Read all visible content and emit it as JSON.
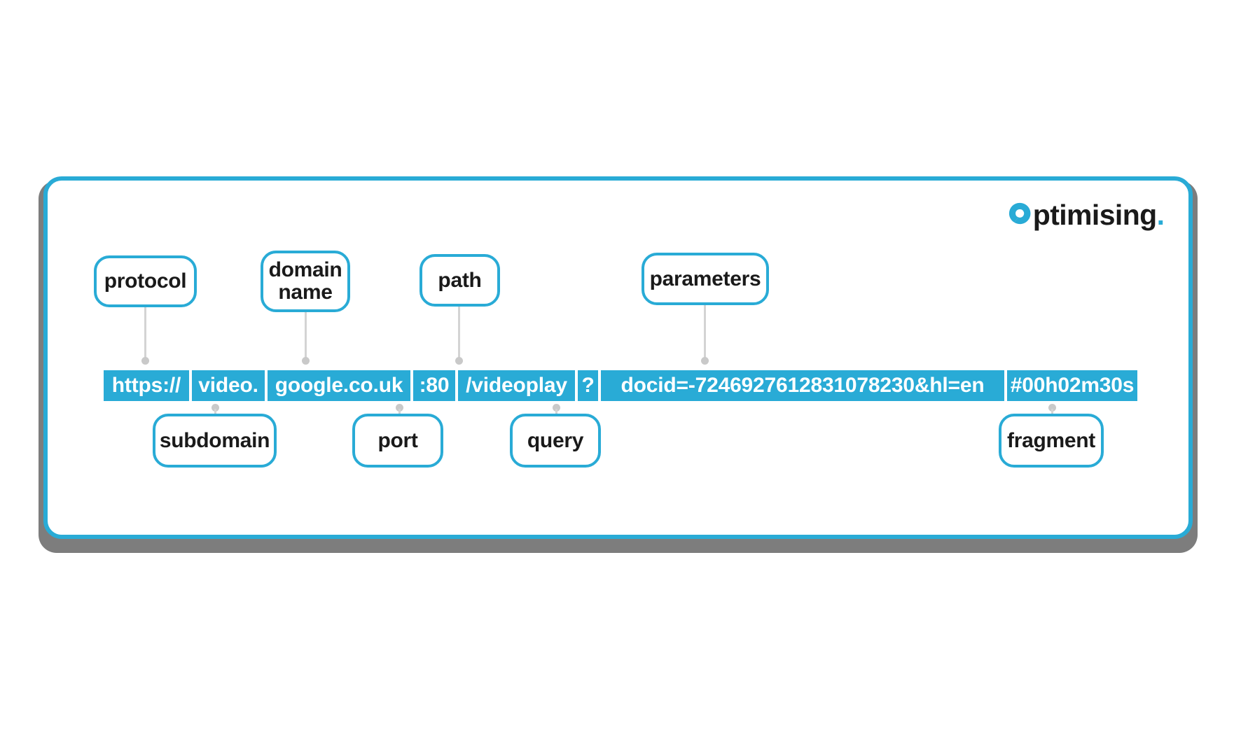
{
  "card": {
    "border_color": "#29abd6",
    "shadow_color": "#7d7d7d",
    "background": "#ffffff"
  },
  "logo": {
    "mark_name": "optimising-o-icon",
    "word": "ptimising",
    "dot": ".",
    "mark_color": "#29abd6",
    "word_color": "#1a1a1a",
    "dot_color": "#29abd6"
  },
  "url": {
    "full": "https://video.google.co.uk:80/videoplay?docid=-7246927612831078230&hl=en#00h02m30s",
    "segment_color": "#29abd6",
    "segment_text_color": "#ffffff",
    "segments": [
      {
        "key": "protocol",
        "text": "https://"
      },
      {
        "key": "subdomain",
        "text": "video."
      },
      {
        "key": "domain",
        "text": "google.co.uk"
      },
      {
        "key": "port",
        "text": ":80"
      },
      {
        "key": "path",
        "text": "/videoplay"
      },
      {
        "key": "query",
        "text": "?"
      },
      {
        "key": "parameters",
        "text": "docid=-7246927612831078230&hl=en"
      },
      {
        "key": "fragment",
        "text": "#00h02m30s"
      }
    ]
  },
  "labels": {
    "top": [
      {
        "key": "protocol",
        "line1": "protocol",
        "line2": ""
      },
      {
        "key": "domain",
        "line1": "domain",
        "line2": "name"
      },
      {
        "key": "path",
        "line1": "path",
        "line2": ""
      },
      {
        "key": "parameters",
        "line1": "parameters",
        "line2": ""
      }
    ],
    "bottom": [
      {
        "key": "subdomain",
        "line1": "subdomain",
        "line2": ""
      },
      {
        "key": "port",
        "line1": "port",
        "line2": ""
      },
      {
        "key": "query",
        "line1": "query",
        "line2": ""
      },
      {
        "key": "fragment",
        "line1": "fragment",
        "line2": ""
      }
    ]
  },
  "connectors": {
    "line_color": "#d4d4d4",
    "dot_color": "#c9c9c9"
  }
}
